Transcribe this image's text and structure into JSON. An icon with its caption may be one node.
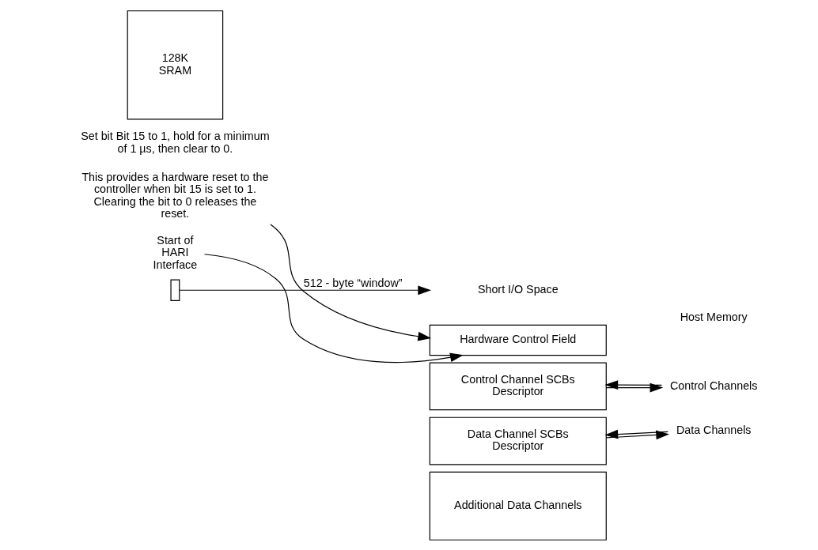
{
  "diagram": {
    "nodes": [
      {
        "text": [
          "128K SRAM"
        ]
      },
      {
        "text": [],
        "shape": "box"
      },
      {
        "text": [
          "Short I/O Space"
        ]
      },
      {
        "text": [
          "Hardware Control Field"
        ]
      },
      {
        "text": [
          "Control Channel SCBs Descriptor"
        ]
      },
      {
        "text": [
          "Data Channel SCBs Descriptor"
        ]
      },
      {
        "text": [
          "Additional Data Channels"
        ]
      },
      {
        "text": [
          "This provides a hardware reset to the controller when bit 15 is set to 1. Clearing the bit to 0 releases the reset."
        ]
      },
      {
        "text": [
          "Start of HARI Interface"
        ]
      },
      {
        "text": [
          "Control Channels"
        ]
      },
      {
        "text": [
          "Data Channels"
        ]
      }
    ],
    "edges": [
      {
        "from": 1,
        "to": 2,
        "arrow": "to",
        "label": "512 - byte “window”"
      },
      {
        "from": 7,
        "to": 3,
        "arrow": "to"
      },
      {
        "from": 8,
        "to": 3,
        "arrow": "to"
      },
      {
        "from": 9,
        "to": 4,
        "arrow": "to"
      },
      {
        "from": 4,
        "to": 9,
        "arrow": "to"
      },
      {
        "from": 10,
        "to": 5,
        "arrow": "to"
      },
      {
        "from": 5,
        "to": 10,
        "arrow": "to"
      }
    ],
    "labels": [
      "Set bit Bit 15 to 1, hold for a minimum of 1 µs, then clear to 0.",
      "Host Memory"
    ]
  }
}
